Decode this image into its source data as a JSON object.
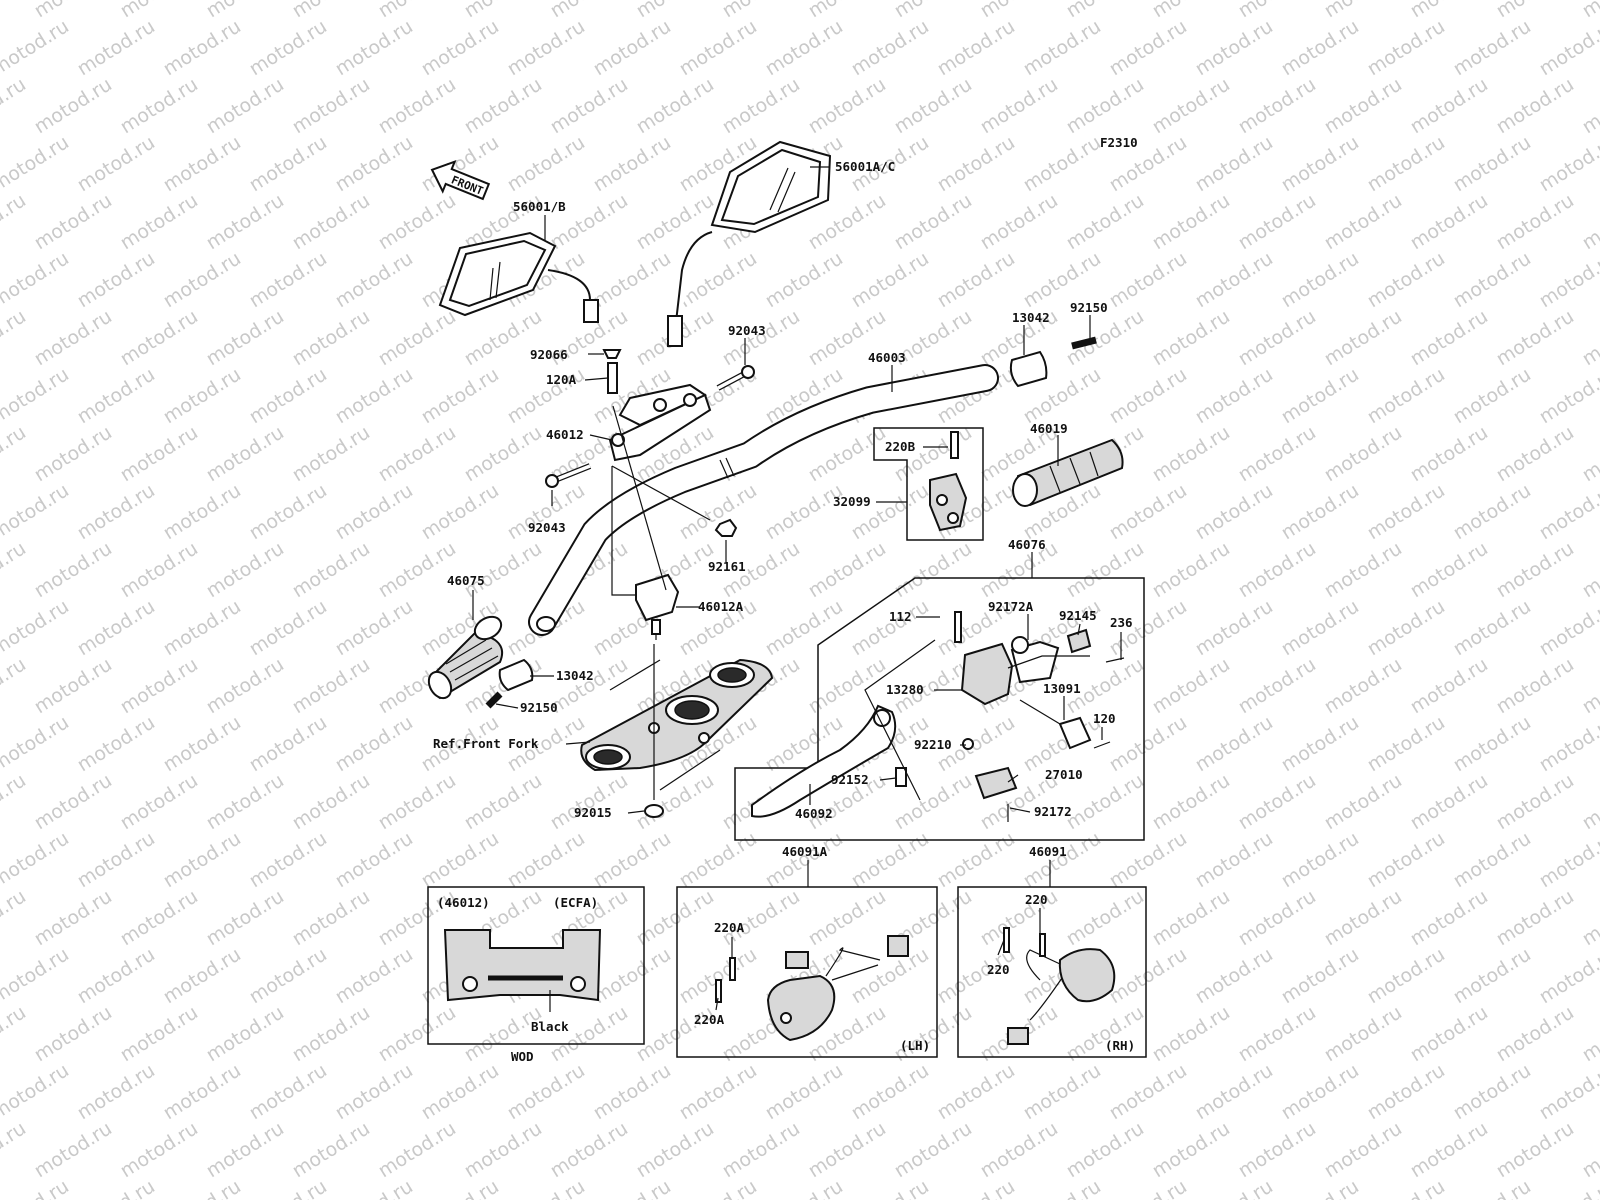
{
  "diagram_code": "F2310",
  "watermark": "motod.ru",
  "front_arrow": "FRONT",
  "labels": {
    "l_56001b": "56001/B",
    "l_56001ac": "56001A/C",
    "l_92043a": "92043",
    "l_92066": "92066",
    "l_120a": "120A",
    "l_46003": "46003",
    "l_13042a": "13042",
    "l_92150a": "92150",
    "l_46012": "46012",
    "l_220b": "220B",
    "l_46019": "46019",
    "l_32099": "32099",
    "l_92043b": "92043",
    "l_92161": "92161",
    "l_46076": "46076",
    "l_46075": "46075",
    "l_46012a": "46012A",
    "l_112": "112",
    "l_92172a": "92172A",
    "l_92145": "92145",
    "l_236": "236",
    "l_13042b": "13042",
    "l_13280": "13280",
    "l_13091": "13091",
    "l_92150b": "92150",
    "l_120": "120",
    "l_ref_front_fork": "Ref.Front Fork",
    "l_92210": "92210",
    "l_92152": "92152",
    "l_27010": "27010",
    "l_92015": "92015",
    "l_46092": "46092",
    "l_92172": "92172",
    "l_46091a": "46091A",
    "l_46091": "46091",
    "l_46012_paren": "(46012)",
    "l_ecfa": "(ECFA)",
    "l_black": "Black",
    "l_wod": "WOD",
    "l_220a_1": "220A",
    "l_220a_2": "220A",
    "l_lh": "(LH)",
    "l_220_1": "220",
    "l_220_2": "220",
    "l_rh": "(RH)"
  }
}
